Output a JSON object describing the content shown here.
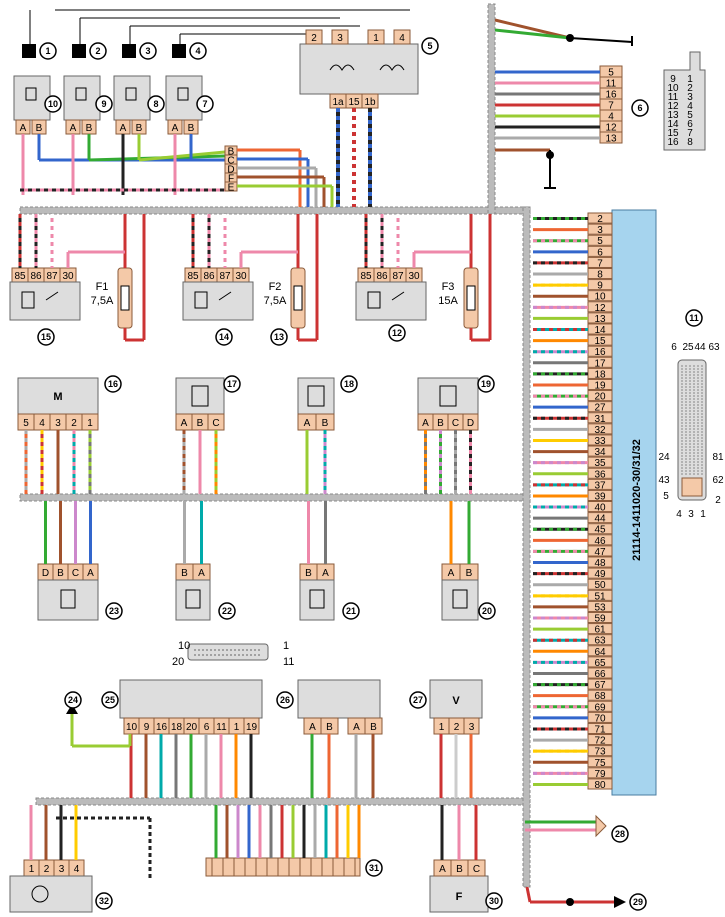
{
  "ecu": {
    "label": "21114-1411020-30/31/32"
  },
  "ecu_pins": [
    "2",
    "3",
    "5",
    "6",
    "7",
    "8",
    "9",
    "10",
    "12",
    "13",
    "14",
    "15",
    "16",
    "17",
    "18",
    "19",
    "20",
    "27",
    "31",
    "32",
    "33",
    "34",
    "35",
    "36",
    "37",
    "39",
    "40",
    "44",
    "45",
    "46",
    "47",
    "48",
    "49",
    "50",
    "51",
    "53",
    "59",
    "61",
    "63",
    "64",
    "65",
    "66",
    "67",
    "68",
    "69",
    "70",
    "71",
    "72",
    "73",
    "75",
    "79",
    "80"
  ],
  "ecu_connector": {
    "pins": [
      "6",
      "25",
      "44",
      "63",
      "24",
      "81",
      "43",
      "62",
      "5",
      "2",
      "4",
      "3",
      "1"
    ]
  },
  "diag_connector": {
    "pins_left": [
      "9",
      "10",
      "11",
      "12",
      "13",
      "14",
      "15",
      "16"
    ],
    "pins_right": [
      "1",
      "2",
      "3",
      "4",
      "5",
      "6",
      "7",
      "8"
    ]
  },
  "connector5": {
    "pins": [
      "5",
      "11",
      "16",
      "7",
      "4",
      "12",
      "13"
    ]
  },
  "comp5": {
    "top_pins": [
      "2",
      "3",
      "1",
      "4"
    ],
    "bottom_pins": [
      "1a",
      "15",
      "1b"
    ]
  },
  "harness_connector": {
    "pins": [
      "B",
      "C",
      "D",
      "F",
      "E"
    ]
  },
  "relays": [
    {
      "pins": [
        "85",
        "86",
        "87",
        "30"
      ],
      "fuse_label": "F1",
      "fuse_rating": "7,5A"
    },
    {
      "pins": [
        "85",
        "86",
        "87",
        "30"
      ],
      "fuse_label": "F2",
      "fuse_rating": "7,5A"
    },
    {
      "pins": [
        "85",
        "86",
        "87",
        "30"
      ],
      "fuse_label": "F3",
      "fuse_rating": "15A"
    }
  ],
  "sensors_row1": [
    {
      "title": "M",
      "pins": [
        "5",
        "4",
        "3",
        "2",
        "1"
      ]
    },
    {
      "title": "",
      "pins": [
        "A",
        "B",
        "C"
      ]
    },
    {
      "title": "",
      "pins": [
        "A",
        "B"
      ]
    },
    {
      "title": "",
      "pins": [
        "A",
        "B",
        "C",
        "D"
      ]
    }
  ],
  "sensors_row2": [
    {
      "pins": [
        "D",
        "B",
        "C",
        "A"
      ]
    },
    {
      "pins": [
        "B",
        "A"
      ]
    },
    {
      "pins": [
        "B",
        "A"
      ]
    },
    {
      "pins": [
        "A",
        "B"
      ]
    }
  ],
  "plug_20pin": {
    "tl": "10",
    "tr": "1",
    "bl": "20",
    "br": "11"
  },
  "comp25": {
    "pins": [
      "10",
      "9",
      "16",
      "18",
      "20",
      "6",
      "11",
      "1",
      "19"
    ]
  },
  "comp26": {
    "pins": [
      "A",
      "B",
      "A",
      "B"
    ]
  },
  "comp27": {
    "title": "V",
    "pins": [
      "1",
      "2",
      "3"
    ]
  },
  "comp30": {
    "title": "F",
    "pins": [
      "A",
      "B",
      "C"
    ]
  },
  "comp32": {
    "pins": [
      "1",
      "2",
      "3",
      "4"
    ]
  },
  "injector_pins": [
    "1",
    "2",
    "3",
    "4"
  ],
  "callouts": [
    "1",
    "2",
    "3",
    "4",
    "5",
    "6",
    "7",
    "8",
    "9",
    "10",
    "11",
    "12",
    "13",
    "14",
    "15",
    "16",
    "17",
    "18",
    "19",
    "20",
    "21",
    "22",
    "23",
    "24",
    "25",
    "26",
    "27",
    "28",
    "29",
    "30",
    "31",
    "32"
  ]
}
